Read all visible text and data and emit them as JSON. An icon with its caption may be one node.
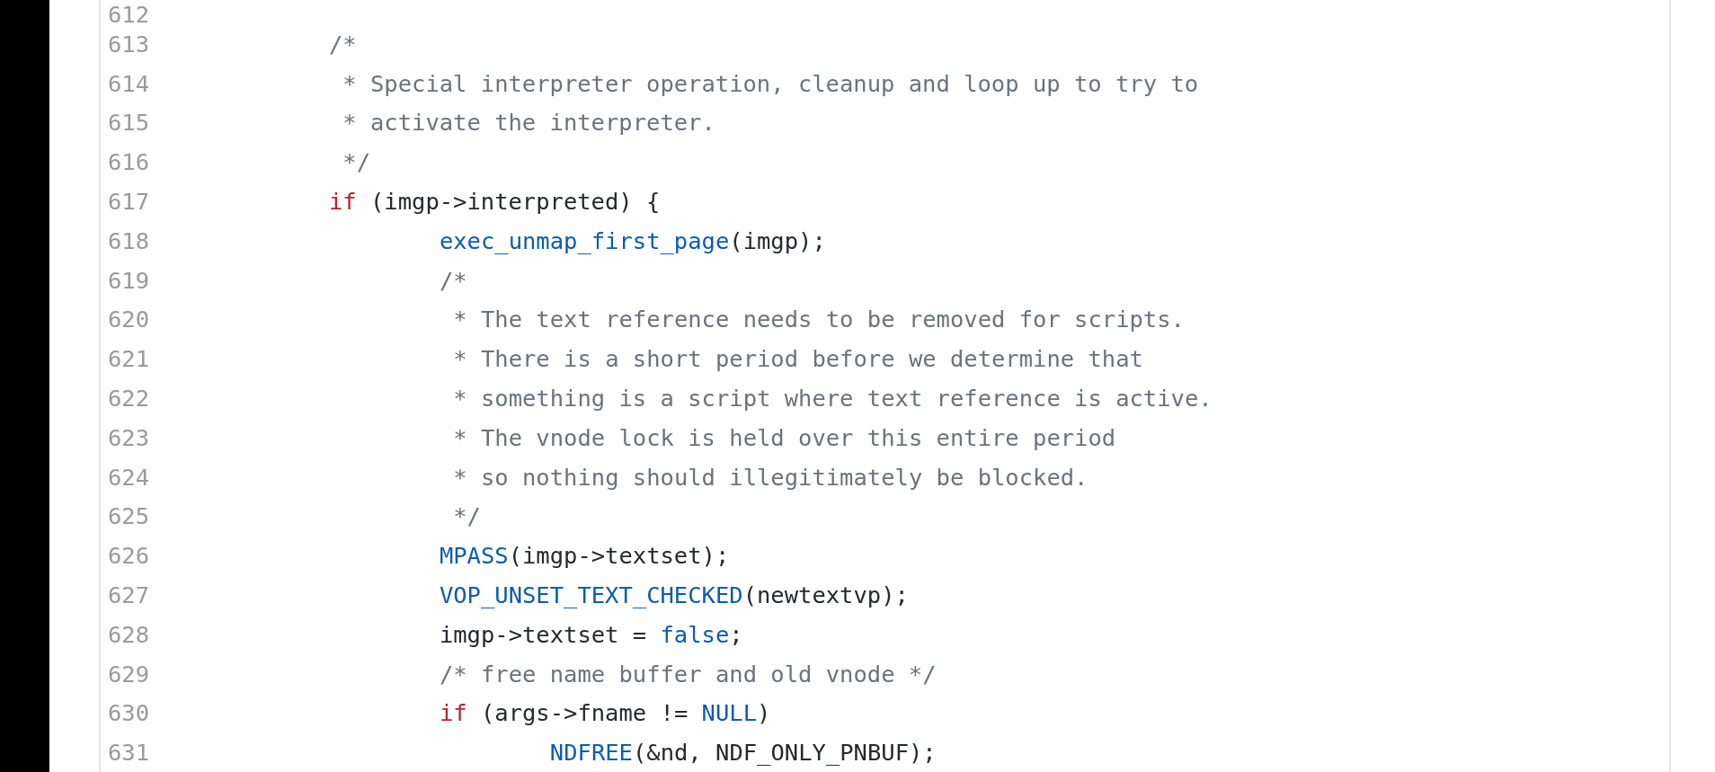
{
  "diagram": {
    "nodes": [
      {
        "text": [],
        "shape": "bar"
      }
    ],
    "labels": [
      "612",
      "613",
      "/*",
      "614",
      "* Special interpreter operation, cleanup and loop up to try to",
      "615",
      "* activate the interpreter.",
      "616",
      "*/",
      "617",
      "if (imgp->interpreted) {",
      "618",
      "exec_unmap_first_page(imgp);",
      "619",
      "/*",
      "620",
      "* The text reference needs to be removed for scripts.",
      "621",
      "* There is a short period before we determine that",
      "622",
      "* something is a script where text reference is active.",
      "623",
      "* The vnode lock is held over this entire period",
      "624",
      "* so nothing should illegitimately be blocked.",
      "625",
      "*/",
      "626",
      "MPASS(imgp->textset);",
      "627",
      "VOP_UNSET_TEXT_CHECKED(newtextvp);",
      "628",
      "imgp->textset = false;",
      "629",
      "/* free name buffer and old vnode */",
      "630",
      "if (args->fname != NULL)",
      "631",
      "NDFREE(&nd, NDF_ONLY_PNBUF);"
    ]
  }
}
